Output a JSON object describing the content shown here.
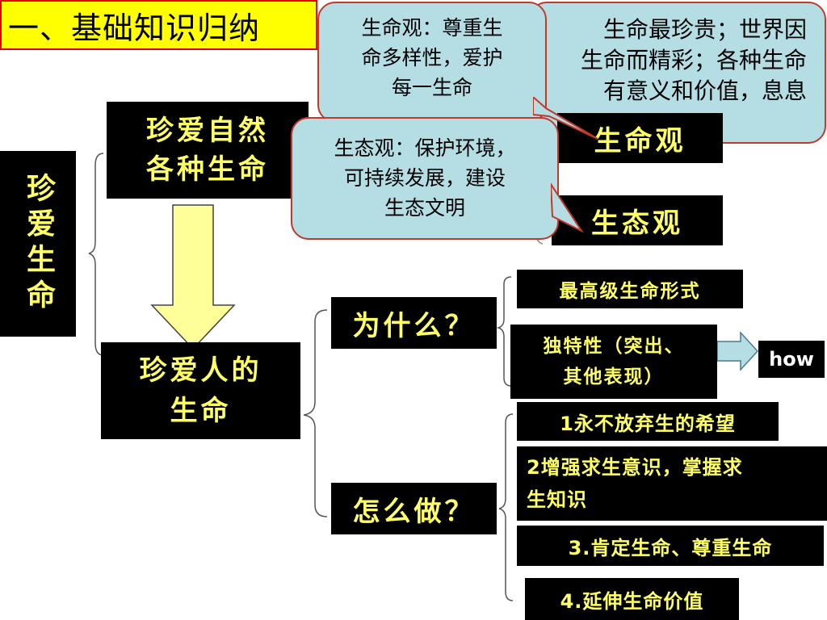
{
  "title": "一、基础知识归纳",
  "root": {
    "label": "珍爱生命"
  },
  "nature": {
    "label_l1": "珍爱自然",
    "label_l2": "各种生命"
  },
  "life_view": {
    "label": "生命观"
  },
  "eco_view": {
    "label": "生态观"
  },
  "callouts": {
    "back": {
      "l1": "生命最珍贵；世界因",
      "l2": "生命而精彩；各种生命",
      "l3": "有意义和价值，息息"
    },
    "life": {
      "l1": "生命观：尊重生",
      "l2": "命多样性，爱护",
      "l3": "每一生命"
    },
    "eco": {
      "l1": "生态观：保护环境，",
      "l2": "可持续发展，建设",
      "l3": "生态文明"
    }
  },
  "human": {
    "label_l1": "珍爱人的",
    "label_l2": "生命"
  },
  "why": {
    "label": "为什么？",
    "items": [
      "最高级生命形式",
      "独特性（突出、",
      "其他表现）"
    ]
  },
  "how_tag": "how",
  "how": {
    "label": "怎么做？",
    "items": [
      "1永不放弃生的希望",
      "2增强求生意识，掌握求",
      "生知识",
      "3.肯定生命、尊重生命",
      "4.延伸生命价值"
    ]
  },
  "colors": {
    "box_bg": "#000000",
    "box_text": "#ffff66",
    "callout_bg": "#b4dee4",
    "callout_border": "#c0392b",
    "title_bg": "#ffff00"
  }
}
